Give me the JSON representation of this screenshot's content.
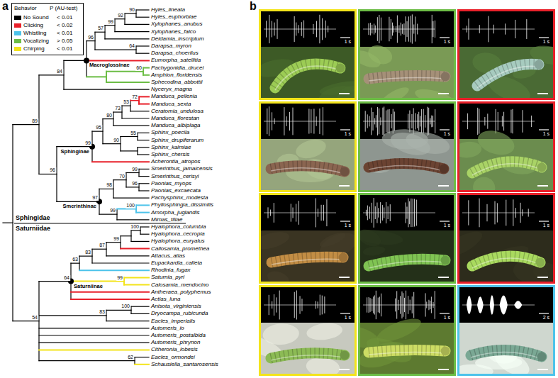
{
  "diagram": {
    "nodes": [
      {
        "text": [
          "1 s"
        ]
      },
      {
        "text": [
          "1 s"
        ]
      },
      {
        "text": [
          "1 s"
        ]
      },
      {
        "text": [
          "1 s"
        ]
      },
      {
        "text": [
          "1 s"
        ]
      },
      {
        "text": [
          "1 s"
        ]
      },
      {
        "text": [
          "1 s"
        ]
      },
      {
        "text": [
          "1 s"
        ]
      },
      {
        "text": [
          "1 s"
        ]
      },
      {
        "text": [
          "1 s"
        ]
      },
      {
        "text": [
          "1 s"
        ]
      },
      {
        "text": [
          "2 s"
        ]
      }
    ],
    "labels": [
      "a",
      "b",
      "Hyles_lineata",
      "Hyles_euphorbiae",
      "Xylophanes_anubus",
      "Xylophanes_falco",
      "Deidamia_inscriptum",
      "Darapsa_myron",
      "Darapsa_choerilus",
      "Eumorpha_satellitia",
      "Pachygonidia_drucei",
      "Amphion_floridensis",
      "Sphecodina_abbottii",
      "Nyceryx_magna",
      "Manduca_pellenia",
      "Manduca_sexta",
      "Ceratomia_undulosa",
      "Manduca_florestan",
      "Manduca_albiplaga",
      "Sphinx_poecila",
      "Sphinx_drupiferarum",
      "Sphinx_kalmiae",
      "Sphinx_chersis",
      "Acherontia_atropos",
      "Smerinthus_jamaicensis",
      "Smerinthus_cerisyi",
      "Paonias_myops",
      "Paonias_excaecata",
      "Pachysphinx_modesta",
      "Phyllosphingia_dissimilis",
      "Amorpha_juglandis",
      "Mimas_tiliae",
      "Hyalophora_columbia",
      "Hyalophora_cecropia",
      "Hyalophora_euryalus",
      "Callosamia_promethea",
      "Attacus_atlas",
      "Eupackardia_calleta",
      "Rhodinia_fugax",
      "Saturnia_pyri",
      "Calosamia_mendocino",
      "Antheraea_polyphemus",
      "Actias_luna",
      "Anisota_virginiensis",
      "Dryocampa_rubicunda",
      "Eacles_imperialis",
      "Automeris_io",
      "Automeris_postalbida",
      "Automeris_phrynon",
      "Citheronia_lobesis",
      "Eacles_ormondei",
      "Schausiella_santarosensis",
      "90",
      "92",
      "99",
      "57",
      "96",
      "64",
      "84",
      "60",
      "89",
      "72",
      "53",
      "73",
      "80",
      "95",
      "90",
      "55",
      "99",
      "96",
      "99",
      "70",
      "96",
      "98",
      "97",
      "100",
      "99",
      "100",
      "99",
      "87",
      "83",
      "63",
      "64",
      "99",
      "54",
      "100",
      "83",
      "62",
      "Macroglossinae",
      "Sphinginae",
      "Smerinthinae",
      "Saturniinae",
      "Sphingidae",
      "Saturniidae",
      "Behavior",
      "P (AU-test)",
      "< 0.01",
      "< 0.02",
      "< 0.01",
      "> 0.05",
      "< 0.01"
    ],
    "legend": [
      {
        "text": "No Sound",
        "color": "#000000"
      },
      {
        "text": "Clicking",
        "color": "#e8202a"
      },
      {
        "text": "Whistling",
        "color": "#4dc3ea"
      },
      {
        "text": "Vocalizing",
        "color": "#6cbd45"
      },
      {
        "text": "Chirping",
        "color": "#f3e41b"
      }
    ]
  }
}
